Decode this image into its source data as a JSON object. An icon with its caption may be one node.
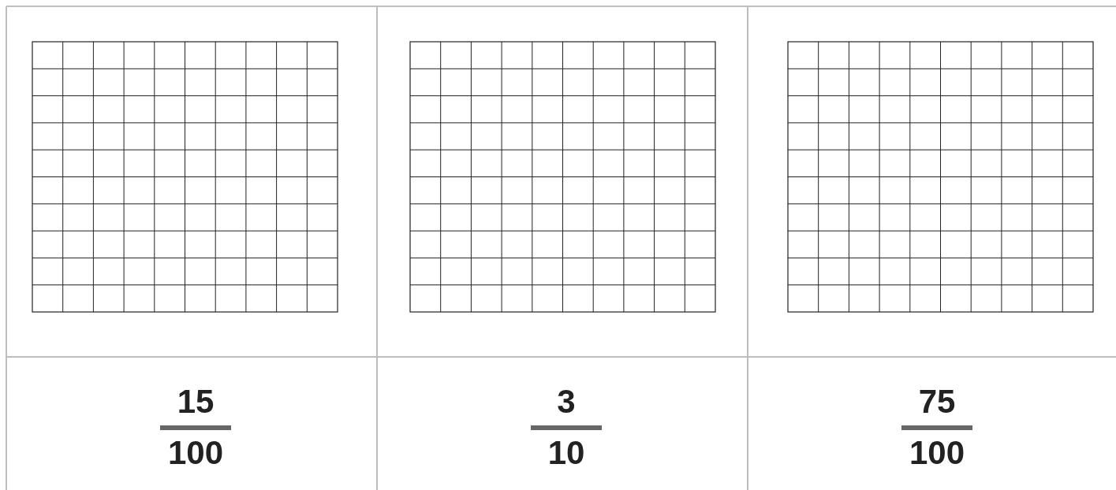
{
  "diagram": {
    "labels": [
      "15",
      "100",
      "3",
      "10",
      "75",
      "100"
    ]
  }
}
